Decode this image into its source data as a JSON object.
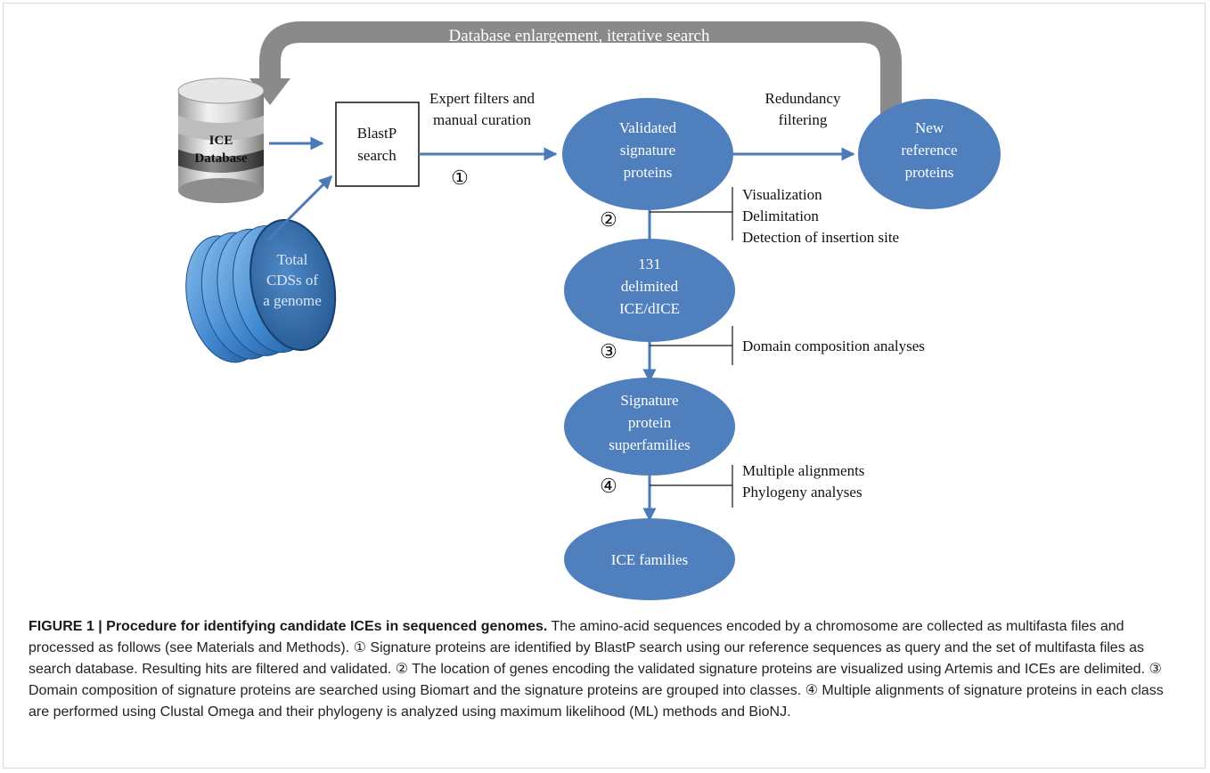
{
  "diagram": {
    "feedback_label": "Database enlargement, iterative search",
    "database_label": [
      "ICE",
      "Database"
    ],
    "genome_label": [
      "Total",
      "CDSs of",
      "a genome"
    ],
    "blastp_label": [
      "BlastP",
      "search"
    ],
    "expert_label": [
      "Expert filters and",
      "manual curation"
    ],
    "step1": "①",
    "validated_label": [
      "Validated",
      "signature",
      "proteins"
    ],
    "redundancy_label": [
      "Redundancy",
      "filtering"
    ],
    "new_ref_label": [
      "New",
      "reference",
      "proteins"
    ],
    "step2": "②",
    "step2_notes": [
      "Visualization",
      "Delimitation",
      "Detection of insertion site"
    ],
    "delimited_label": [
      "131",
      "delimited",
      "ICE/dICE"
    ],
    "step3": "③",
    "step3_notes": [
      "Domain composition analyses"
    ],
    "superfamilies_label": [
      "Signature",
      "protein",
      "superfamilies"
    ],
    "step4": "④",
    "step4_notes": [
      "Multiple alignments",
      "Phylogeny analyses"
    ],
    "families_label": [
      "ICE families"
    ],
    "colors": {
      "ellipse": "#4f7fbd",
      "arrow": "#4a7ab8",
      "feedback_arrow": "#8a8a8a"
    }
  },
  "caption": {
    "title": "FIGURE 1 | Procedure for identifying candidate ICEs in sequenced genomes.",
    "body": " The amino-acid sequences encoded by a chromosome are collected as multifasta files and processed as follows (see Materials and Methods). ① Signature proteins are identified by BlastP search using our reference sequences as query and the set of multifasta files as search database. Resulting hits are filtered and validated. ② The location of genes encoding the validated signature proteins are visualized using Artemis and ICEs are delimited. ③ Domain composition of signature proteins are searched using Biomart and the signature proteins are grouped into classes. ④ Multiple alignments of signature proteins in each class are performed using Clustal Omega and their phylogeny is analyzed using maximum likelihood (ML) methods and BioNJ."
  }
}
